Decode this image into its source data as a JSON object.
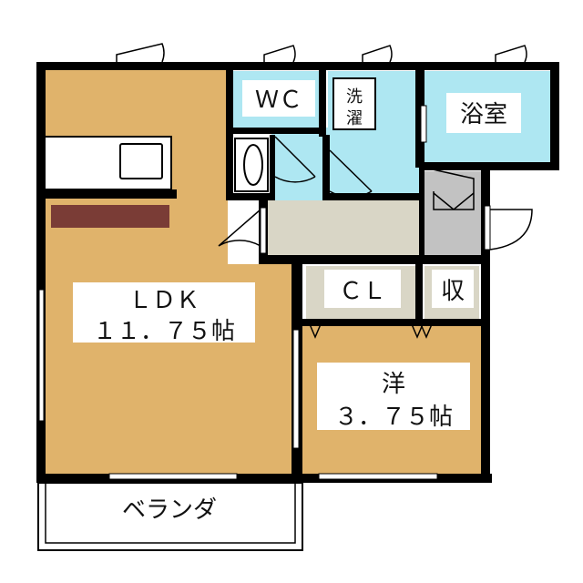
{
  "rooms": {
    "ldk": {
      "name": "ＬＤＫ",
      "size": "１１．７５帖"
    },
    "western": {
      "name": "洋",
      "size": "３．７５帖"
    },
    "wc": {
      "name": "ＷＣ"
    },
    "laundry": {
      "name_line1": "洗",
      "name_line2": "濯"
    },
    "bath": {
      "name": "浴室"
    },
    "closet": {
      "name": "ＣＬ"
    },
    "storage": {
      "name": "収"
    },
    "balcony": {
      "name": "ベランダ"
    }
  },
  "colors": {
    "wood_floor": "#E0B36B",
    "water_area": "#AEE7F2",
    "hall_floor": "#D9D6C6",
    "entrance": "#C2C2C2",
    "counter": "#7A3C36",
    "wall": "#000000",
    "background": "#FFFFFF"
  },
  "icons": [
    "window-icon",
    "door-swing-icon",
    "kitchen-sink-icon",
    "toilet-icon",
    "washer-icon"
  ]
}
